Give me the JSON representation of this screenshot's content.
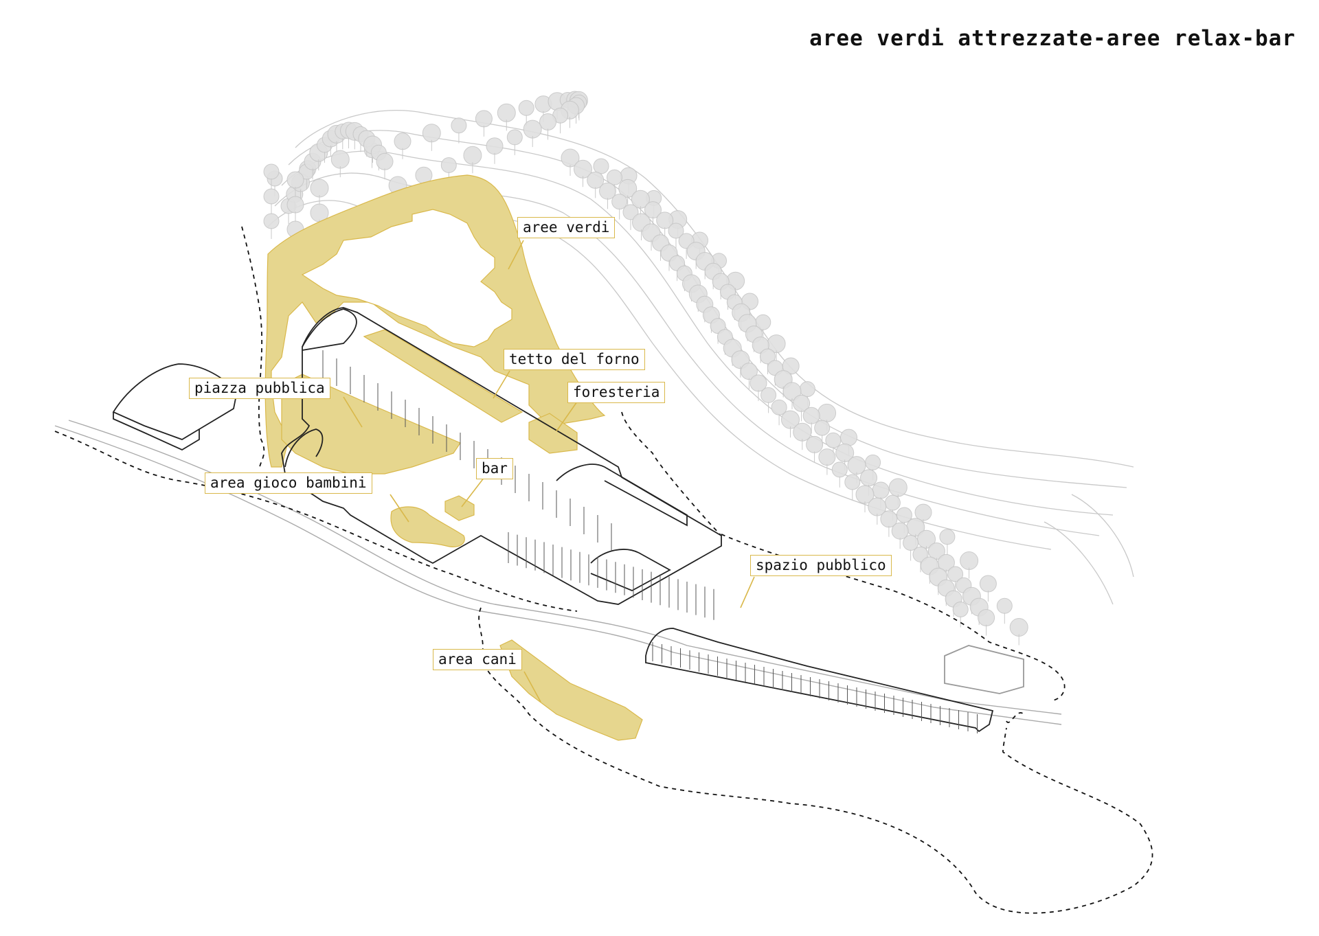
{
  "title": "aree verdi attrezzate-aree relax-bar",
  "labels": {
    "aree_verdi": "aree verdi",
    "tetto_del_forno": "tetto del forno",
    "foresteria": "foresteria",
    "piazza_pubblica": "piazza pubblica",
    "bar": "bar",
    "area_gioco_bambini": "area gioco bambini",
    "spazio_pubblico": "spazio pubblico",
    "area_cani": "area cani"
  },
  "colors": {
    "highlight_fill": "#e6d68e",
    "highlight_stroke": "#d9b84a",
    "line": "#222222",
    "thin_line": "#b5b5b5",
    "tree": "#dcdcdc"
  }
}
